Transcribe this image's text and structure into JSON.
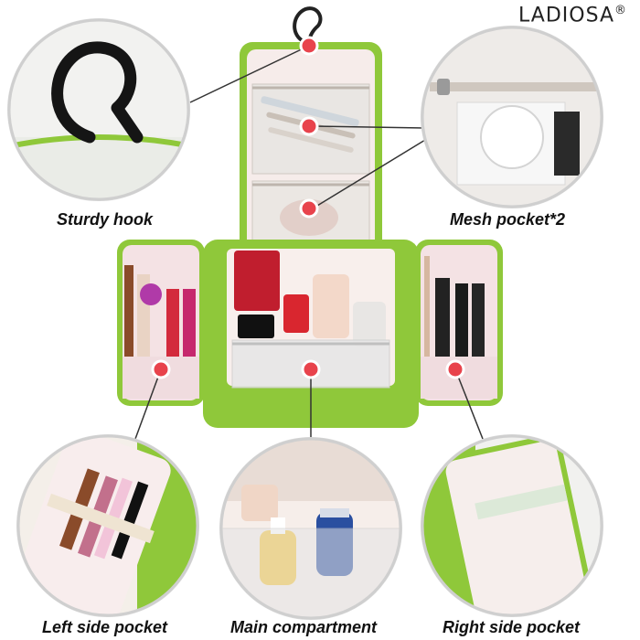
{
  "brand": {
    "name": "LADIOSA",
    "mark": "®"
  },
  "callouts": {
    "hook": "Sturdy hook",
    "mesh": "Mesh pocket*2",
    "left": "Left side pocket",
    "main": "Main compartment",
    "right": "Right side pocket"
  },
  "colors": {
    "bag_green": "#8fc83a",
    "lining": "#f6ecea",
    "marker": "#e8434c",
    "line": "#333333"
  }
}
